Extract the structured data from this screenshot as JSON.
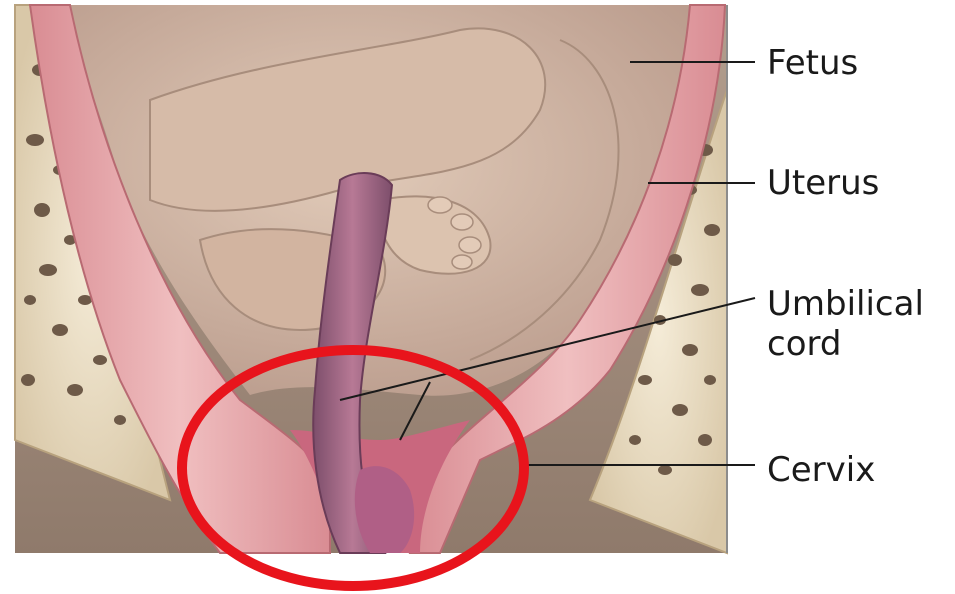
{
  "labels": {
    "fetus": "Fetus",
    "uterus": "Uterus",
    "umbilical_cord_line1": "Umbilical",
    "umbilical_cord_line2": "cord",
    "cervix": "Cervix"
  },
  "colors": {
    "highlight_circle": "#e8141c",
    "uterus_wall": "#e2a3a7",
    "fetus_skin": "#c9ac97",
    "umbilical_cord": "#a05a7c",
    "bone": "#ece0c8"
  },
  "annotation": {
    "highlight": "red-circle-around-prolapsed-cord"
  }
}
